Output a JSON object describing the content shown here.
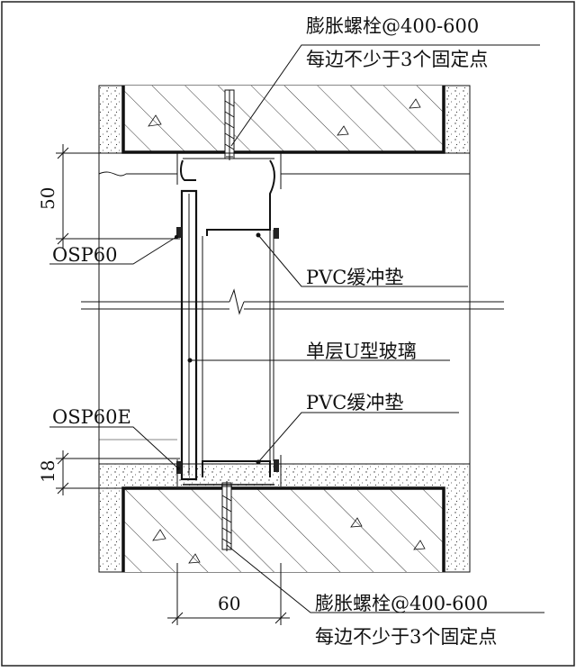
{
  "labels": {
    "top_bolt_line1": "膨胀螺栓@400-600",
    "top_bolt_line2": "每边不少于3个固定点",
    "osp60": "OSP60",
    "pvc_top": "PVC缓冲垫",
    "glass": "单层U型玻璃",
    "pvc_bottom": "PVC缓冲垫",
    "osp60e": "OSP60E",
    "bottom_bolt_line1": "膨胀螺栓@400-600",
    "bottom_bolt_line2": "每边不少于3个固定点"
  },
  "dimensions": {
    "vertical_top": "50",
    "vertical_bottom": "18",
    "horizontal": "60"
  },
  "colors": {
    "line": "#111111",
    "frame": "#222222",
    "background": "#ffffff"
  }
}
